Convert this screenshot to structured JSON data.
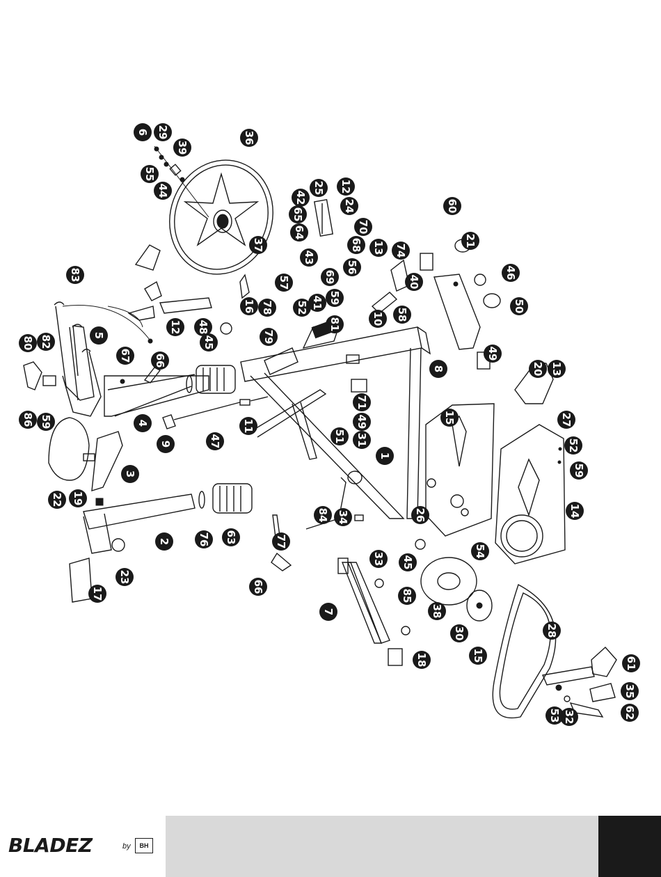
{
  "brand": {
    "name": "BLADEZ",
    "by": "by",
    "maker": "BH"
  },
  "callouts": [
    "6",
    "29",
    "39",
    "55",
    "44",
    "36",
    "25",
    "12",
    "42",
    "24",
    "65",
    "64",
    "70",
    "68",
    "43",
    "69",
    "56",
    "13",
    "74",
    "60",
    "21",
    "83",
    "37",
    "57",
    "59",
    "41",
    "52",
    "81",
    "40",
    "46",
    "10",
    "58",
    "50",
    "16",
    "78",
    "79",
    "12b",
    "48",
    "45",
    "80",
    "82",
    "5",
    "67",
    "66",
    "49",
    "8",
    "20",
    "13b",
    "4",
    "11",
    "86",
    "59b",
    "9",
    "47",
    "71",
    "49b",
    "51",
    "31",
    "15",
    "27",
    "52b",
    "22",
    "3",
    "19",
    "1",
    "59c",
    "84",
    "34",
    "26",
    "14",
    "2",
    "76",
    "63",
    "77",
    "33",
    "45b",
    "54",
    "17",
    "23",
    "66b",
    "85",
    "38",
    "7",
    "30",
    "28",
    "15b",
    "18",
    "61",
    "53",
    "32",
    "35",
    "62"
  ],
  "colors": {
    "ink": "#1a1a1a",
    "footer_band": "#d9d9d9",
    "footer_block": "#1a1a1a"
  }
}
